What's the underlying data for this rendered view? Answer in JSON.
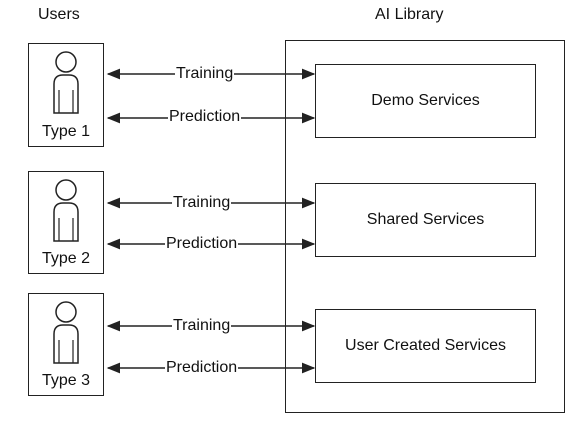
{
  "headings": {
    "users": "Users",
    "library": "AI Library"
  },
  "users": [
    {
      "type_label": "Type 1",
      "training_label": "Training",
      "prediction_label": "Prediction",
      "service": "Demo Services"
    },
    {
      "type_label": "Type 2",
      "training_label": "Training",
      "prediction_label": "Prediction",
      "service": "Shared Services"
    },
    {
      "type_label": "Type 3",
      "training_label": "Training",
      "prediction_label": "Prediction",
      "service": "User Created Services"
    }
  ],
  "colors": {
    "stroke": "#222222",
    "background": "#ffffff"
  },
  "icons": {
    "user": "person-outline-icon"
  }
}
